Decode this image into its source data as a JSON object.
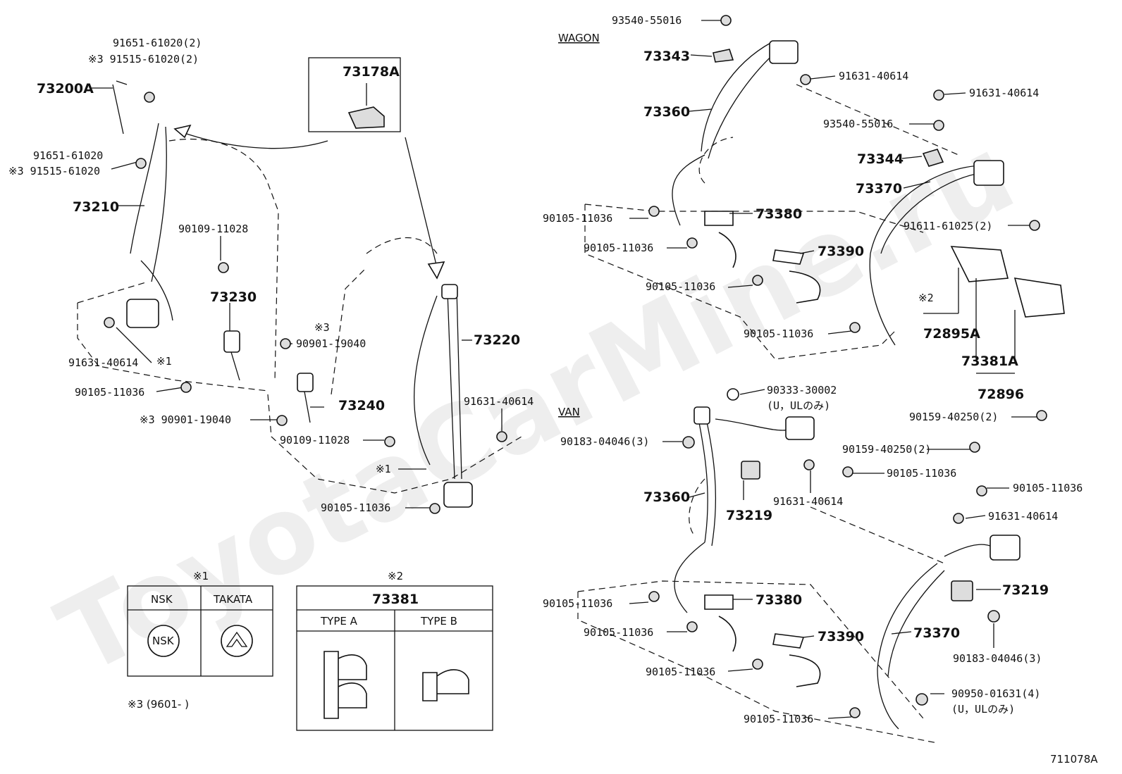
{
  "watermark": "ToyotaCarMine.ru",
  "diagram_code": "711078A",
  "sections": {
    "wagon": "WAGON",
    "van": "VAN"
  },
  "parts": {
    "p73200A": "73200A",
    "p73210": "73210",
    "p73178A": "73178A",
    "p73230": "73230",
    "p73240": "73240",
    "p73220": "73220",
    "p73343": "73343",
    "p73360_w": "73360",
    "p73344": "73344",
    "p73370_w": "73370",
    "p73380_w": "73380",
    "p73390_w": "73390",
    "p72895A": "72895A",
    "p73381A": "73381A",
    "p72896": "72896",
    "p73360_v": "73360",
    "p73219_a": "73219",
    "p73219_b": "73219",
    "p73380_v": "73380",
    "p73390_v": "73390",
    "p73370_v": "73370"
  },
  "callouts": {
    "l91651_2": "91651-61020(2)",
    "l91515_2": "※3 91515-61020(2)",
    "l91651": "91651-61020",
    "l91515": "※3 91515-61020",
    "l90109a": "90109-11028",
    "l91631a": "91631-40614",
    "l_note1a": "※1",
    "l90105a": "90105-11036",
    "l_note3": "※3",
    "l90901a": "90901-19040",
    "l90901b": "※3 90901-19040",
    "l90109b": "90109-11028",
    "l_note1b": "※1",
    "l91631b": "91631-40614",
    "l90105b": "90105-11036",
    "w93540a": "93540-55016",
    "w91631a": "91631-40614",
    "w91631b": "91631-40614",
    "w93540b": "93540-55016",
    "w90105a": "90105-11036",
    "w90105b": "90105-11036",
    "w91611": "91611-61025(2)",
    "w90105c": "90105-11036",
    "w_note2": "※2",
    "w90105d": "90105-11036",
    "w90159a": "90159-40250(2)",
    "v90333": "90333-30002",
    "v90333_note": "(U，ULのみ)",
    "v90183a": "90183-04046(3)",
    "v90159b": "90159-40250(2)",
    "v90105a": "90105-11036",
    "v91631a": "91631-40614",
    "v90105b": "90105-11036",
    "v91631b": "91631-40614",
    "v90105c": "90105-11036",
    "v90105d": "90105-11036",
    "v90183b": "90183-04046(3)",
    "v90105e": "90105-11036",
    "v90950": "90950-01631(4)",
    "v90950_note": "(U，ULのみ)",
    "v90105f": "90105-11036"
  },
  "legend1": {
    "mark": "※1",
    "col_a": "NSK",
    "col_b": "TAKATA",
    "logo_a": "NSK"
  },
  "legend2": {
    "mark": "※2",
    "title": "73381",
    "col_a": "TYPE A",
    "col_b": "TYPE B"
  },
  "legend3": {
    "text": "※3 (9601-      )"
  }
}
